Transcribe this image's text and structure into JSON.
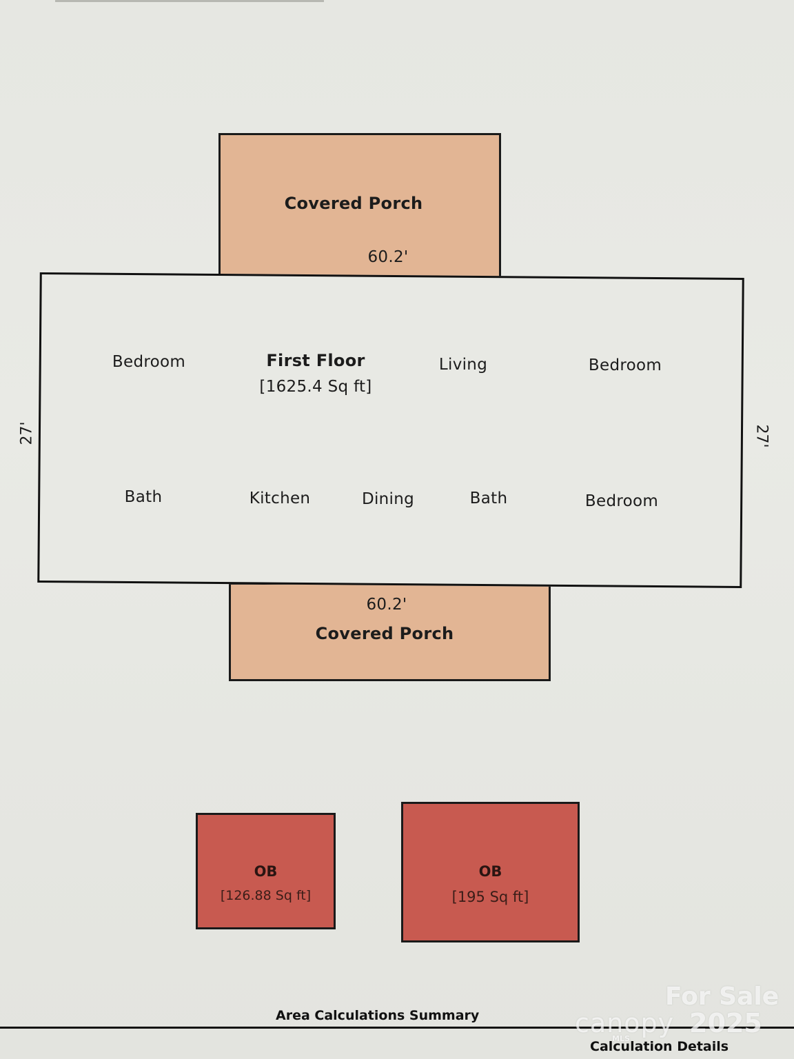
{
  "plan": {
    "top_porch": {
      "label": "Covered Porch",
      "dimension": "60.2'"
    },
    "first_floor": {
      "label": "First Floor",
      "area": "[1625.4 Sq ft]",
      "left_dimension": "27'",
      "right_dimension": "27'",
      "rooms": [
        "Bedroom",
        "Living",
        "Bedroom",
        "Bath",
        "Kitchen",
        "Dining",
        "Bath",
        "Bedroom"
      ]
    },
    "bottom_porch": {
      "label": "Covered Porch",
      "dimension": "60.2'"
    },
    "outbuildings": [
      {
        "label": "OB",
        "area": "[126.88 Sq ft]"
      },
      {
        "label": "OB",
        "area": "[195 Sq ft]"
      }
    ]
  },
  "footer": {
    "summary": "Area Calculations Summary",
    "details": "Calculation Details"
  },
  "watermark": {
    "status": "For Sale",
    "brand": "canopy",
    "year": "2025",
    "mls": "MLS"
  },
  "colors": {
    "porch": "#e2b594",
    "outbuilding": "#c85a50",
    "floor": "#e8e9e4",
    "outline": "#111111"
  }
}
